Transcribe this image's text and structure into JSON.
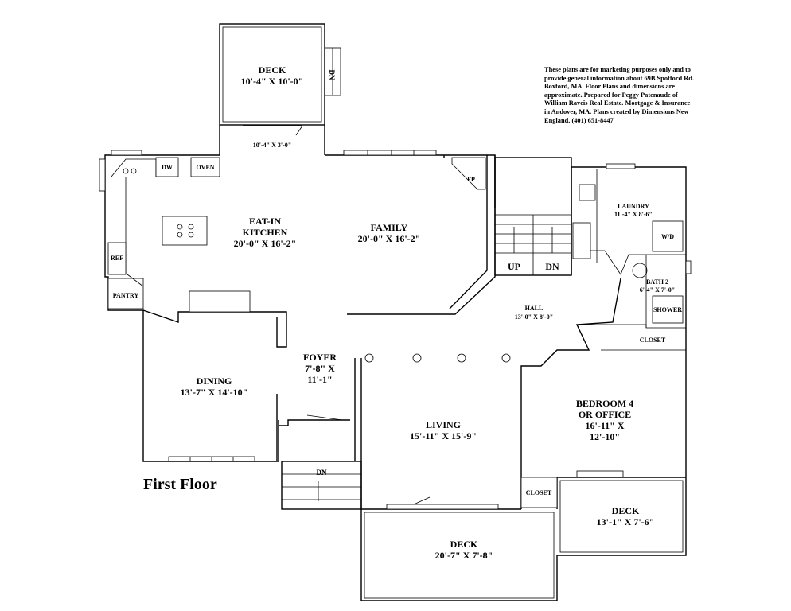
{
  "plan": {
    "title": "First Floor",
    "disclaimer": "These plans are for marketing purposes only and to provide general information about 69B Spofford Rd. Boxford, MA.  Floor Plans and dimensions are approximate.  Prepared for Peggy Patenaude of William Raveis Real Estate. Mortgage & Insurance in Andover, MA.  Plans created by Dimensions New England.  (401) 651-8447",
    "rooms": {
      "deck_top": {
        "name": "DECK",
        "dims": "10'-4\" X 10'-0\""
      },
      "landing": {
        "dims": "10'-4\" X 3'-0\""
      },
      "kitchen": {
        "name_1": "EAT-IN",
        "name_2": "KITCHEN",
        "dims": "20'-0\" X 16'-2\""
      },
      "family": {
        "name": "FAMILY",
        "dims": "20'-0\" X 16'-2\""
      },
      "laundry": {
        "name": "LAUNDRY",
        "dims": "11'-4\" X 8'-6\""
      },
      "bath2": {
        "name": "BATH 2",
        "dims": "6'-4\" X 7'-0\""
      },
      "hall": {
        "name": "HALL",
        "dims": "13'-0\" X 8'-0\""
      },
      "foyer": {
        "name": "FOYER",
        "dims_1": "7'-8\" X",
        "dims_2": "11'-1\""
      },
      "dining": {
        "name": "DINING",
        "dims": "13'-7\" X 14'-10\""
      },
      "living": {
        "name": "LIVING",
        "dims": "15'-11\" X 15'-9\""
      },
      "bedroom4": {
        "name_1": "BEDROOM 4",
        "name_2": "OR OFFICE",
        "dims_1": "16'-11\" X",
        "dims_2": "12'-10\""
      },
      "deck_right": {
        "name": "DECK",
        "dims": "13'-1\" X 7'-6\""
      },
      "deck_bottom": {
        "name": "DECK",
        "dims": "20'-7\" X 7'-8\""
      }
    },
    "fixtures": {
      "dw": "DW",
      "oven": "OVEN",
      "ref": "REF",
      "pantry": "PANTRY",
      "fp": "FP",
      "wd": "W/D",
      "shower": "SHOWER",
      "closet_hall": "CLOSET",
      "closet_bed": "CLOSET",
      "stairs_up": "UP",
      "stairs_dn": "DN",
      "deck_stairs_dn": "DN",
      "front_stairs_dn": "DN"
    }
  }
}
